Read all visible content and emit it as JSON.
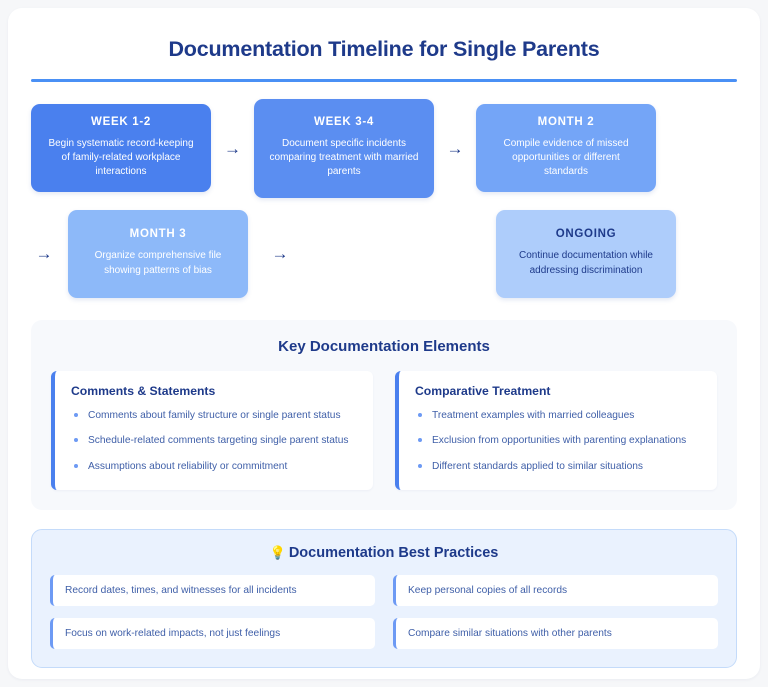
{
  "page": {
    "title": "Documentation Timeline for Single Parents",
    "accent_color": "#4a90f5",
    "heading_color": "#1e3a8a",
    "background": "#f6f7f9"
  },
  "timeline": {
    "arrow_glyph": "→",
    "steps": [
      {
        "label": "WEEK 1-2",
        "description": "Begin systematic record-keeping of family-related workplace interactions",
        "color": "#4a80ee"
      },
      {
        "label": "WEEK 3-4",
        "description": "Document specific incidents comparing treatment with married parents",
        "color": "#5b8ef1"
      },
      {
        "label": "MONTH 2",
        "description": "Compile evidence of missed opportunities or different standards",
        "color": "#74a5f7"
      },
      {
        "label": "MONTH 3",
        "description": "Organize comprehensive file showing patterns of bias",
        "color": "#8db9f9"
      },
      {
        "label": "ONGOING",
        "description": "Continue documentation while addressing discrimination",
        "color": "#aecdfb"
      }
    ]
  },
  "key_elements": {
    "title": "Key Documentation Elements",
    "cards": [
      {
        "title": "Comments & Statements",
        "items": [
          "Comments about family structure or single parent status",
          "Schedule-related comments targeting single parent status",
          "Assumptions about reliability or commitment"
        ]
      },
      {
        "title": "Comparative Treatment",
        "items": [
          "Treatment examples with married colleagues",
          "Exclusion from opportunities with parenting explanations",
          "Different standards applied to similar situations"
        ]
      }
    ]
  },
  "best_practices": {
    "icon": "💡",
    "title": "Documentation Best Practices",
    "items": [
      "Record dates, times, and witnesses for all incidents",
      "Keep personal copies of all records",
      "Focus on work-related impacts, not just feelings",
      "Compare similar situations with other parents"
    ]
  }
}
